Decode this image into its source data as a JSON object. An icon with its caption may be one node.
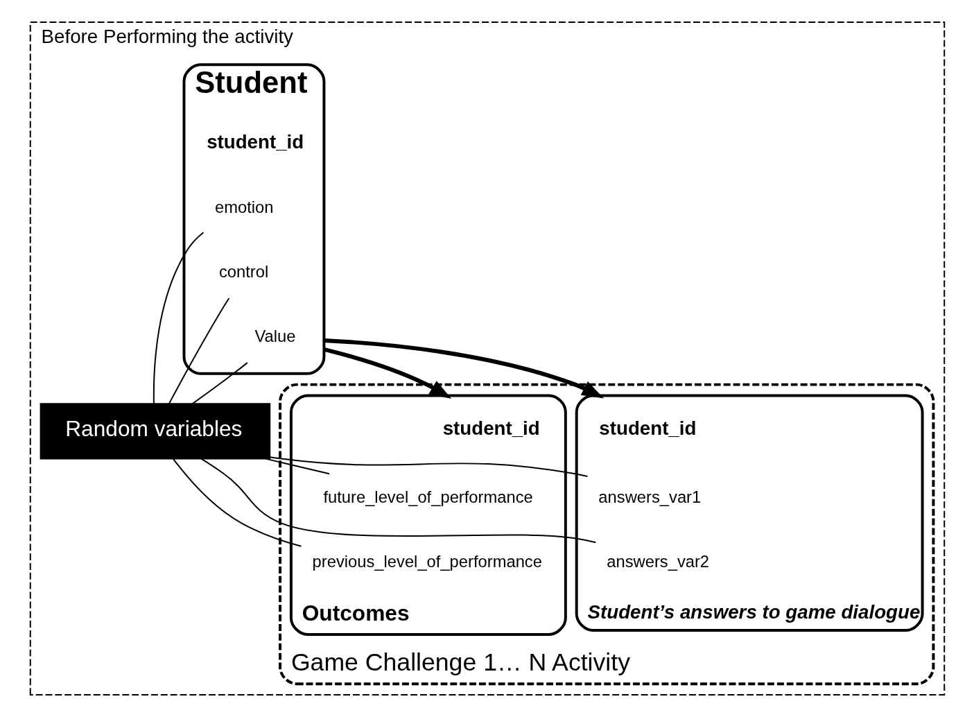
{
  "diagram": {
    "nodes": [
      {
        "text": [
          "Before Performing the activity"
        ]
      },
      {
        "text": [
          "Student"
        ],
        "in": 0
      },
      {
        "text": [
          "student_id"
        ],
        "in": 1
      },
      {
        "text": [
          "emotion"
        ],
        "in": 1
      },
      {
        "text": [
          "control"
        ],
        "in": 1
      },
      {
        "text": [
          "Value"
        ],
        "in": 1
      },
      {
        "text": [
          "Random variables"
        ],
        "in": 0
      },
      {
        "text": [
          "Game Challenge 1… N Activity"
        ],
        "in": 0
      },
      {
        "text": [
          "Student’s answers to game dialogue"
        ],
        "in": 7
      },
      {
        "text": [
          "student_id"
        ],
        "in": 8
      },
      {
        "text": [
          "answers_var1"
        ],
        "in": 8
      },
      {
        "text": [
          "answers_var2"
        ],
        "in": 8
      },
      {
        "text": [
          "Outcomes"
        ],
        "in": 7
      },
      {
        "text": [
          "student_id"
        ],
        "in": 12
      },
      {
        "text": [
          "future_level_of_performance"
        ],
        "in": 12
      },
      {
        "text": [
          "previous_level_of_performance"
        ],
        "in": 12
      }
    ],
    "edges": [
      {
        "from": 1,
        "to": 8,
        "arrow": "to",
        "style": "thick"
      },
      {
        "from": 1,
        "to": 12,
        "arrow": "to",
        "style": "thick"
      },
      {
        "from": 3,
        "to": 6,
        "arrow": "none"
      },
      {
        "from": 4,
        "to": 6,
        "arrow": "none"
      },
      {
        "from": 5,
        "to": 6,
        "arrow": "none"
      },
      {
        "from": 6,
        "to": 10,
        "arrow": "none"
      },
      {
        "from": 6,
        "to": 11,
        "arrow": "none"
      },
      {
        "from": 6,
        "to": 14,
        "arrow": "none"
      },
      {
        "from": 6,
        "to": 15,
        "arrow": "none"
      }
    ]
  }
}
